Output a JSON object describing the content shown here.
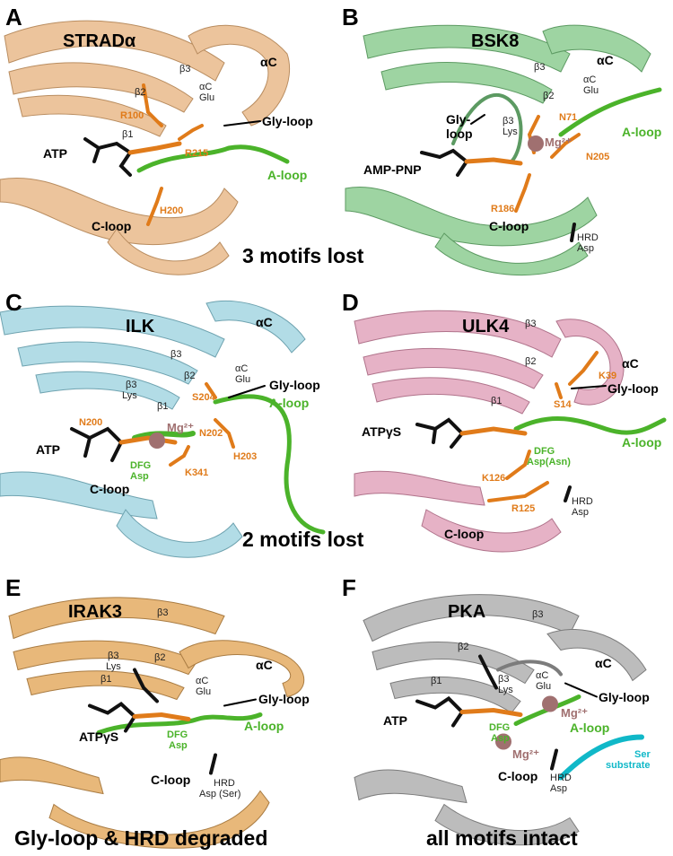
{
  "panels": {
    "A": {
      "letter": "A",
      "title": "STRADα",
      "beta3": "β3",
      "beta2": "β2",
      "beta1": "β1",
      "alphaC": "αC",
      "aC_glu_1": "αC",
      "aC_glu_2": "Glu",
      "R100": "R100",
      "gly_loop": "Gly-loop",
      "ATP": "ATP",
      "R215": "R215",
      "a_loop": "A-loop",
      "H200": "H200",
      "c_loop": "C-loop"
    },
    "B": {
      "letter": "B",
      "title": "BSK8",
      "beta3": "β3",
      "beta2": "β2",
      "alphaC": "αC",
      "aC_glu_1": "αC",
      "aC_glu_2": "Glu",
      "gly_1": "Gly-",
      "gly_2": "loop",
      "b3lys_1": "β3",
      "b3lys_2": "Lys",
      "N71": "N71",
      "mg": "Mg²⁺",
      "a_loop": "A-loop",
      "ampPnp": "AMP-PNP",
      "N205": "N205",
      "R186": "R186",
      "c_loop": "C-loop",
      "hrd_1": "HRD",
      "hrd_2": "Asp"
    },
    "C": {
      "letter": "C",
      "title": "ILK",
      "beta3": "β3",
      "beta2": "β2",
      "beta1": "β1",
      "alphaC": "αC",
      "aC_glu_1": "αC",
      "aC_glu_2": "Glu",
      "b3lys_1": "β3",
      "b3lys_2": "Lys",
      "S204": "S204",
      "gly_loop": "Gly-loop",
      "a_loop": "A-loop",
      "N200": "N200",
      "mg": "Mg²⁺",
      "N202": "N202",
      "ATP": "ATP",
      "H203": "H203",
      "dfg_1": "DFG",
      "dfg_2": "Asp",
      "K341": "K341",
      "c_loop": "C-loop"
    },
    "D": {
      "letter": "D",
      "title": "ULK4",
      "beta3": "β3",
      "beta2": "β2",
      "beta1": "β1",
      "alphaC": "αC",
      "K39": "K39",
      "gly_loop": "Gly-loop",
      "S14": "S14",
      "atpgs": "ATPγS",
      "a_loop": "A-loop",
      "dfg_1": "DFG",
      "dfg_2": "Asp(Asn)",
      "K126": "K126",
      "R125": "R125",
      "hrd_1": "HRD",
      "hrd_2": "Asp",
      "c_loop": "C-loop"
    },
    "E": {
      "letter": "E",
      "title": "IRAK3",
      "beta3": "β3",
      "beta2": "β2",
      "beta1": "β1",
      "alphaC": "αC",
      "b3lys_1": "β3",
      "b3lys_2": "Lys",
      "aC_glu_1": "αC",
      "aC_glu_2": "Glu",
      "gly_loop": "Gly-loop",
      "atpgs": "ATPγS",
      "a_loop": "A-loop",
      "dfg_1": "DFG",
      "dfg_2": "Asp",
      "c_loop": "C-loop",
      "hrd_1": "HRD",
      "hrd_2": "Asp (Ser)"
    },
    "F": {
      "letter": "F",
      "title": "PKA",
      "beta3": "β3",
      "beta2": "β2",
      "beta1": "β1",
      "alphaC": "αC",
      "b3lys_1": "β3",
      "b3lys_2": "Lys",
      "aC_glu_1": "αC",
      "aC_glu_2": "Glu",
      "gly_loop": "Gly-loop",
      "ATP": "ATP",
      "mg1": "Mg²⁺",
      "a_loop": "A-loop",
      "dfg_1": "DFG",
      "dfg_2": "Asp",
      "mg2": "Mg²⁺",
      "ser_1": "Ser",
      "ser_2": "substrate",
      "c_loop": "C-loop",
      "hrd_1": "HRD",
      "hrd_2": "Asp"
    }
  },
  "captions": {
    "AB": "3 motifs lost",
    "CD": "2 motifs lost",
    "E": "Gly-loop & HRD degraded",
    "F": "all motifs intact"
  },
  "colors": {
    "STRAD": "#ecc49c",
    "BSK8": "#9ed4a2",
    "ILK": "#b2dce6",
    "ULK4": "#e6b2c6",
    "IRAK3": "#e8b87a",
    "PKA": "#bcbcbc",
    "residue": "#e07b1a",
    "aloop": "#4bb32a",
    "mg": "#a07070",
    "substrate": "#10b8c8"
  }
}
